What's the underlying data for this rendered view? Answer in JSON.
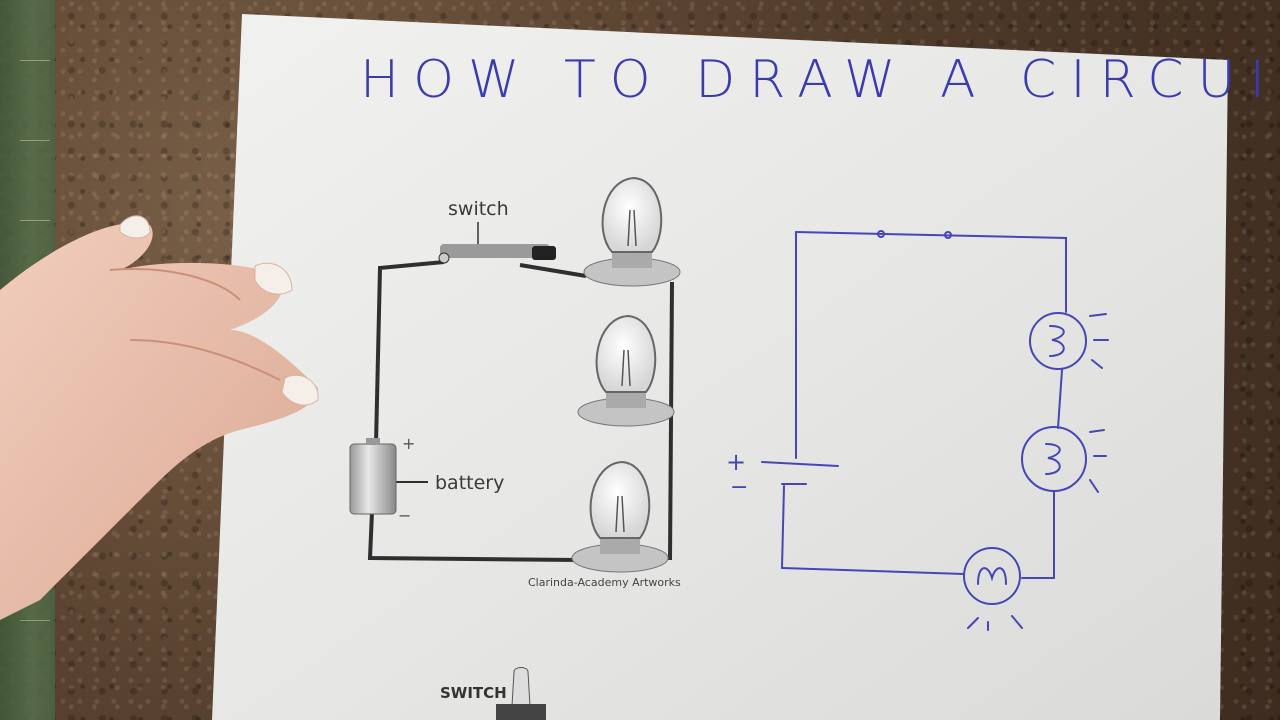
{
  "title": "HOW TO DRAW A CIRCUIT",
  "labels": {
    "switch": "switch",
    "battery": "battery",
    "credit": "Clarinda-Academy Artworks",
    "plus_left": "+",
    "minus_left": "−",
    "plus_right": "+",
    "minus_right": "−",
    "switch_bottom": "SWITCH"
  },
  "colors": {
    "ink": "#3b3bb0",
    "paper": "#ececea",
    "wire": "#3a3a3a"
  }
}
